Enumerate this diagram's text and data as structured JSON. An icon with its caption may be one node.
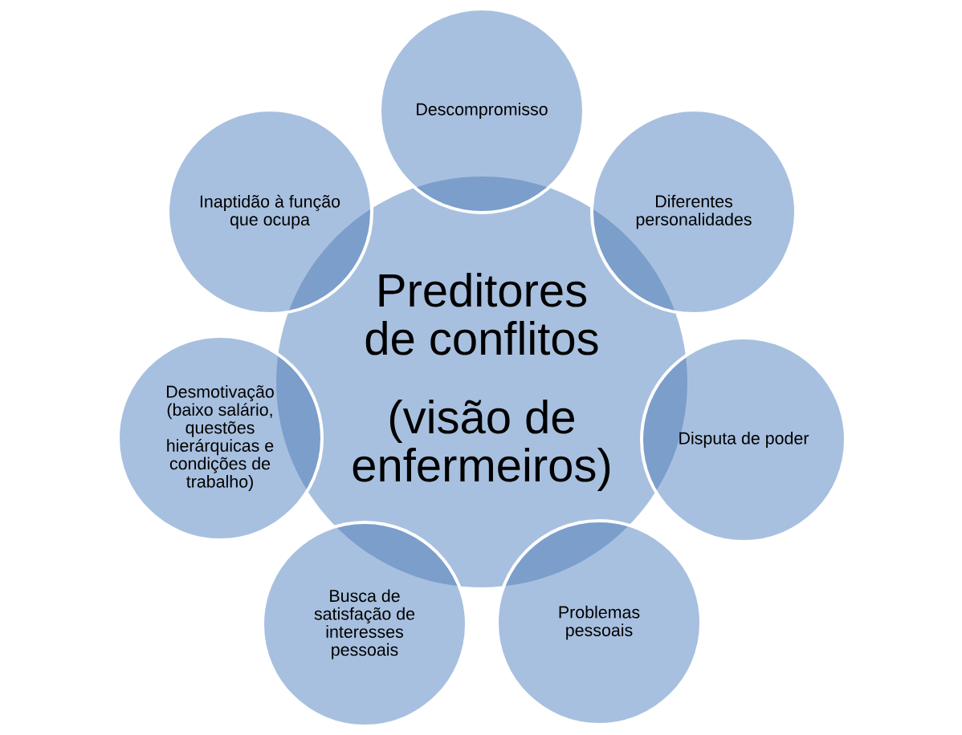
{
  "diagram": {
    "nodes": [
      {
        "text": [
          "Preditores de conflitos",
          "(visão de enfermeiros)"
        ]
      },
      {
        "text": [
          "Descompromisso"
        ]
      },
      {
        "text": [
          "Diferentes personalidades"
        ]
      },
      {
        "text": [
          "Disputa de poder"
        ]
      },
      {
        "text": [
          "Problemas pessoais"
        ]
      },
      {
        "text": [
          "Busca de satisfação de interesses pessoais"
        ]
      },
      {
        "text": [
          "Desmotivação (baixo salário, questões hierárquicas e condições de trabalho)"
        ]
      },
      {
        "text": [
          "Inaptidão à função que ocupa"
        ]
      }
    ]
  }
}
